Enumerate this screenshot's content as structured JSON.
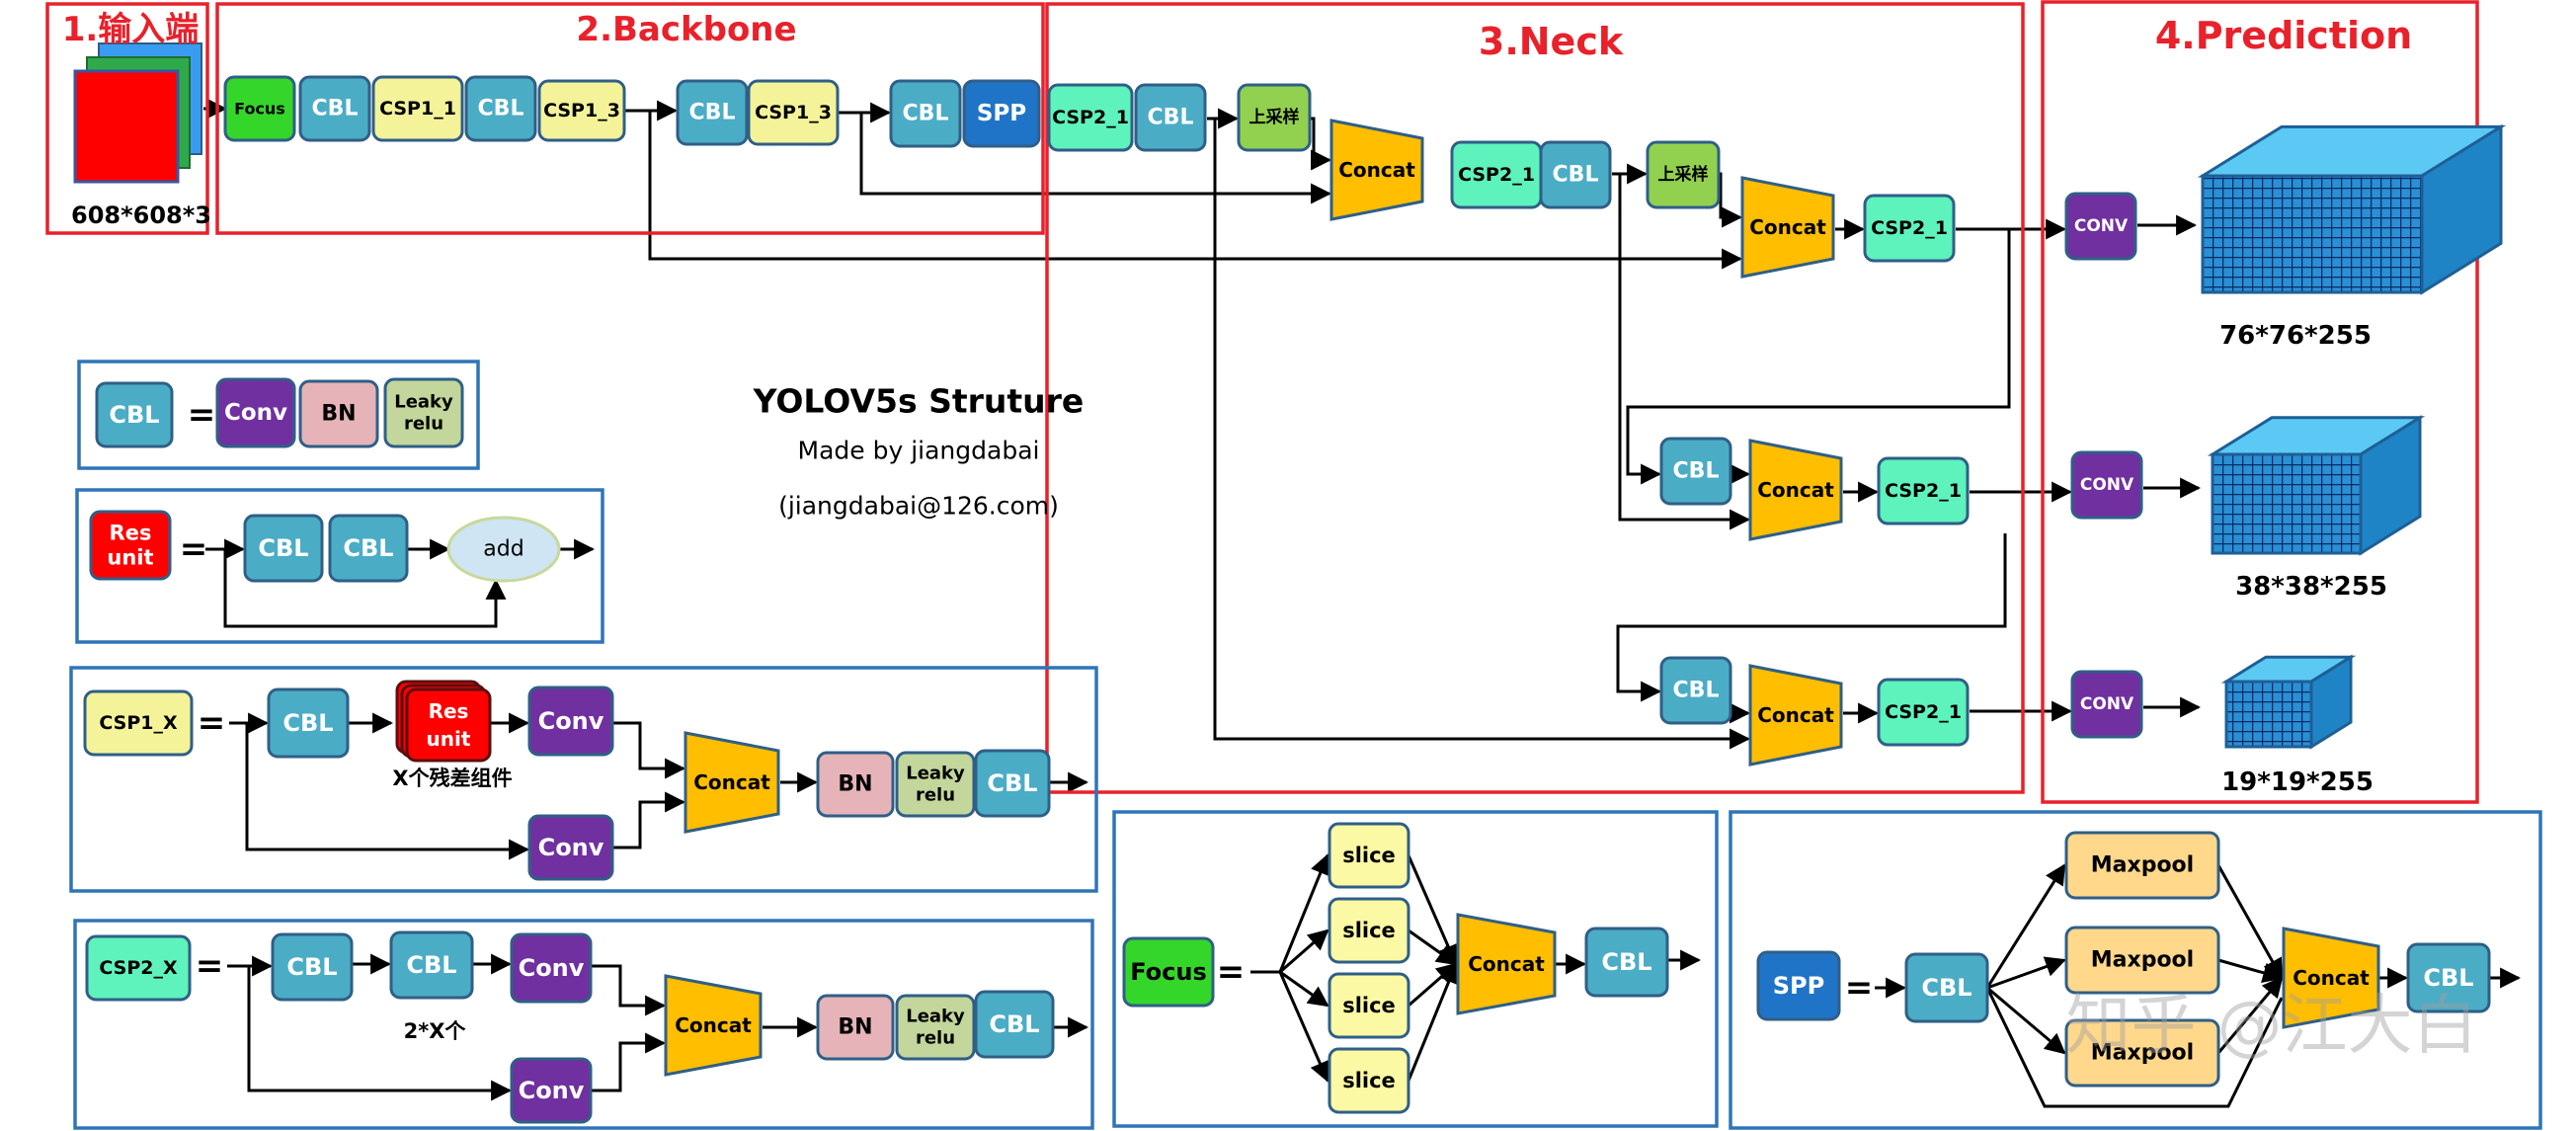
{
  "sections": {
    "input": "1.输入端",
    "backbone": "2.Backbone",
    "neck": "3.Neck",
    "prediction": "4.Prediction"
  },
  "input_size": "608*608*3",
  "title": {
    "main": "YOLOV5s Struture",
    "author": "Made by jiangdabai",
    "email": "(jiangdabai@126.com)"
  },
  "labels": {
    "focus": "Focus",
    "cbl": "CBL",
    "csp1_1": "CSP1_1",
    "csp1_3": "CSP1_3",
    "csp2_1": "CSP2_1",
    "spp": "SPP",
    "upsample": "上采样",
    "concat": "Concat",
    "conv": "Conv",
    "conv_upper": "CONV",
    "bn": "BN",
    "leaky_1": "Leaky",
    "leaky_2": "relu",
    "res_1": "Res",
    "res_2": "unit",
    "add": "add",
    "csp1_x": "CSP1_X",
    "csp2_x": "CSP2_X",
    "slice": "slice",
    "maxpool": "Maxpool",
    "equals": "="
  },
  "notes": {
    "res_components": "X个残差组件",
    "conv_count": "2*X个"
  },
  "outputs": [
    "76*76*255",
    "38*38*255",
    "19*19*255"
  ],
  "watermark": "知乎 @江大白",
  "colors": {
    "section_border": "#e8212b",
    "legend_border": "#2e75b6",
    "cbl": "#4bacc6",
    "csp1": "#f4f39a",
    "csp2": "#5ef2bd",
    "conv": "#7030a0",
    "bn": "#e6b4b8",
    "leaky": "#c3d69b",
    "focus": "#35d62a",
    "spp": "#1f74c7",
    "concat": "#ffbe00",
    "upsample": "#92d050",
    "res": "#ff0000",
    "add": "#cfe5f3",
    "slice": "#fbf9a4",
    "maxpool": "#ffd88c",
    "cube_front": "#2a8fd3",
    "cube_top": "#5cc9f5",
    "cube_side": "#1f84c6"
  }
}
